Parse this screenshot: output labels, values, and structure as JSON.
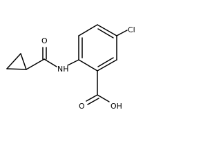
{
  "molecule": {
    "atoms": {
      "oxygen_amide": "O",
      "nitrogen": "NH",
      "chlorine": "Cl",
      "oxygen_carbonyl": "O",
      "hydroxyl": "OH"
    }
  },
  "colors": {
    "bond": "#000000",
    "label": "#000000",
    "background": "#ffffff"
  }
}
